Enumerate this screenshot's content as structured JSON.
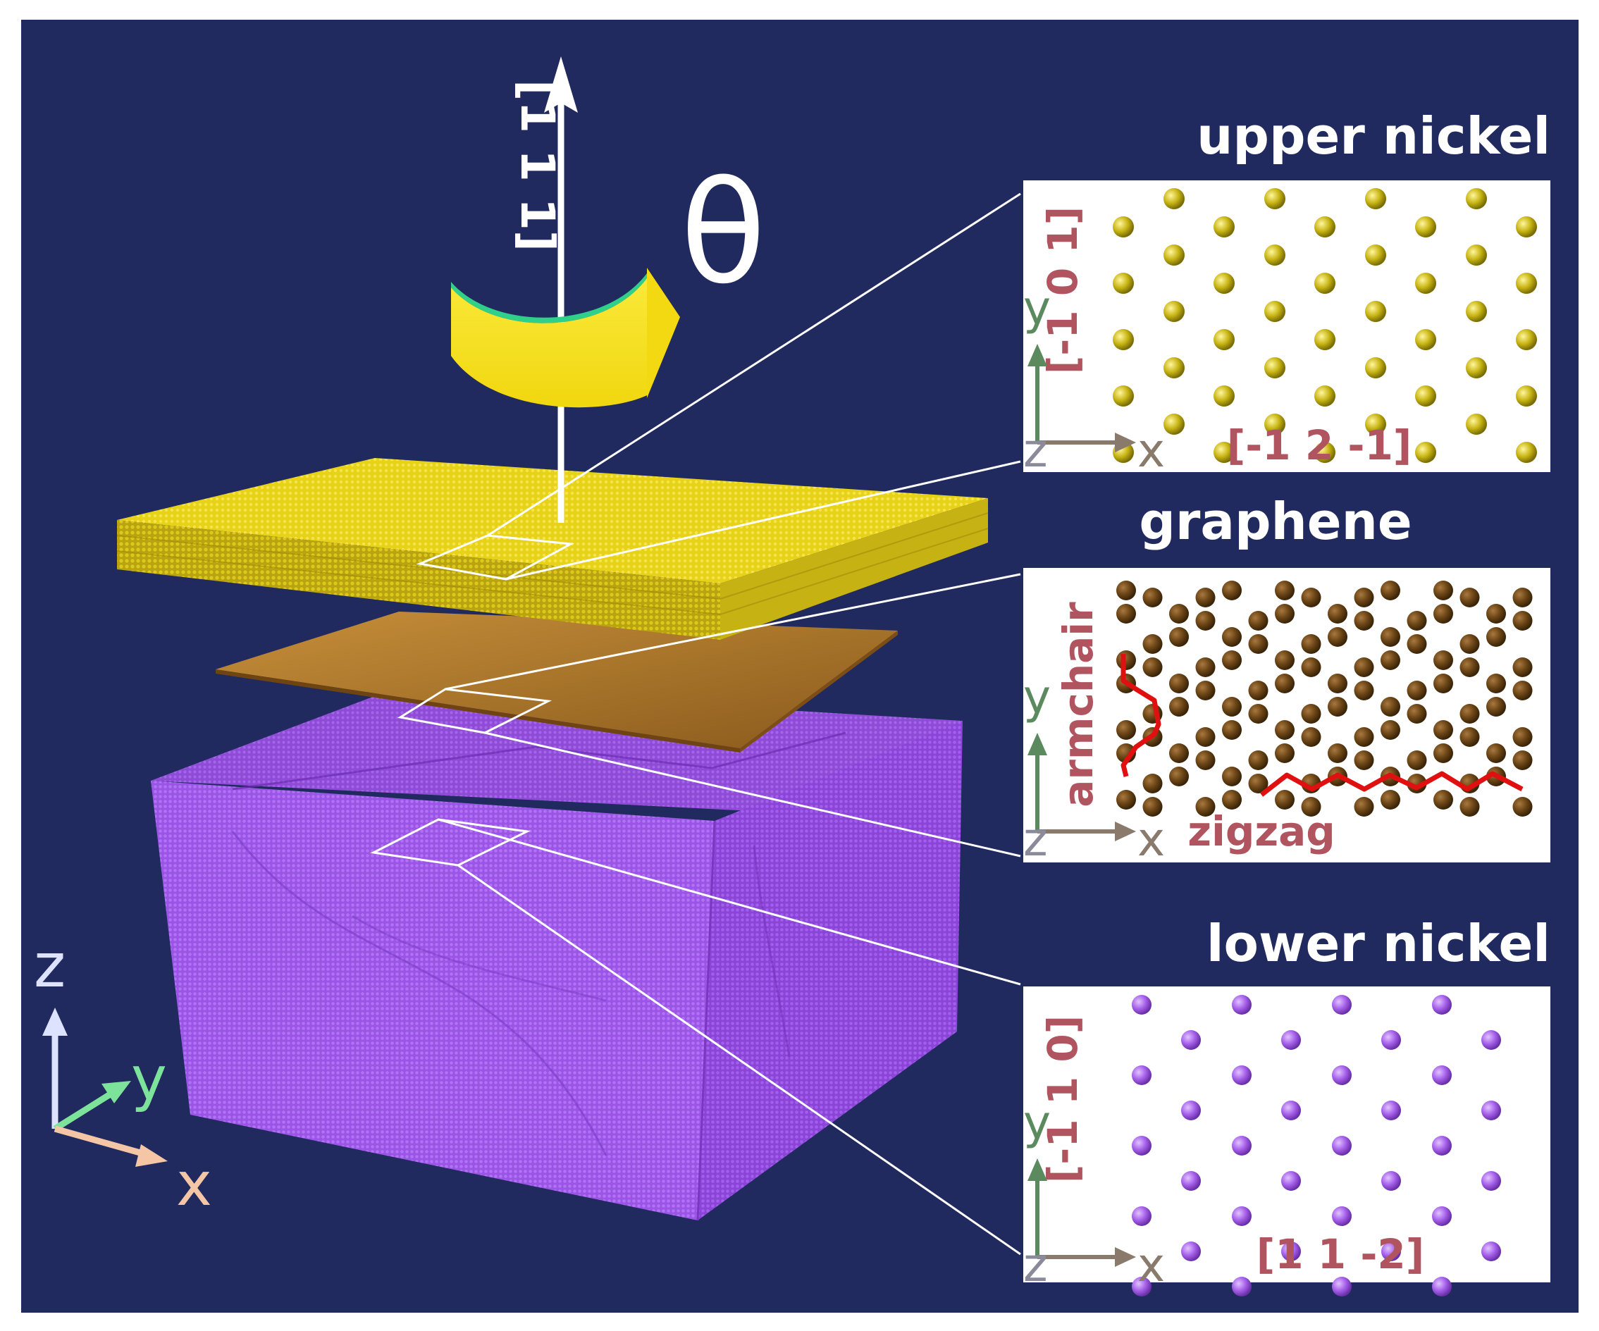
{
  "axis_direction_label": "[1 1 1]",
  "rotation_symbol": "θ",
  "coordinate_axes": {
    "z": "z",
    "y": "y",
    "x": "x"
  },
  "panels": {
    "upper_nickel": {
      "title": "upper nickel",
      "y_direction": "[-1 0 1]",
      "x_direction": "[-1 2 -1]",
      "z_label": "z",
      "y_label": "y",
      "x_label": "x"
    },
    "graphene": {
      "title": "graphene",
      "y_direction": "armchair",
      "x_direction": "zigzag",
      "z_label": "z",
      "y_label": "y",
      "x_label": "x"
    },
    "lower_nickel": {
      "title": "lower nickel",
      "y_direction": "[-1 1 0]",
      "x_direction": "[1 1 -2]",
      "z_label": "z",
      "y_label": "y",
      "x_label": "x"
    }
  },
  "colors": {
    "background": "#212a5e",
    "upper_nickel": "#e8d219",
    "graphene": "#b07a2c",
    "lower_nickel": "#a35ff0",
    "direction_label": "#b05560",
    "path_highlight": "#e01010"
  }
}
